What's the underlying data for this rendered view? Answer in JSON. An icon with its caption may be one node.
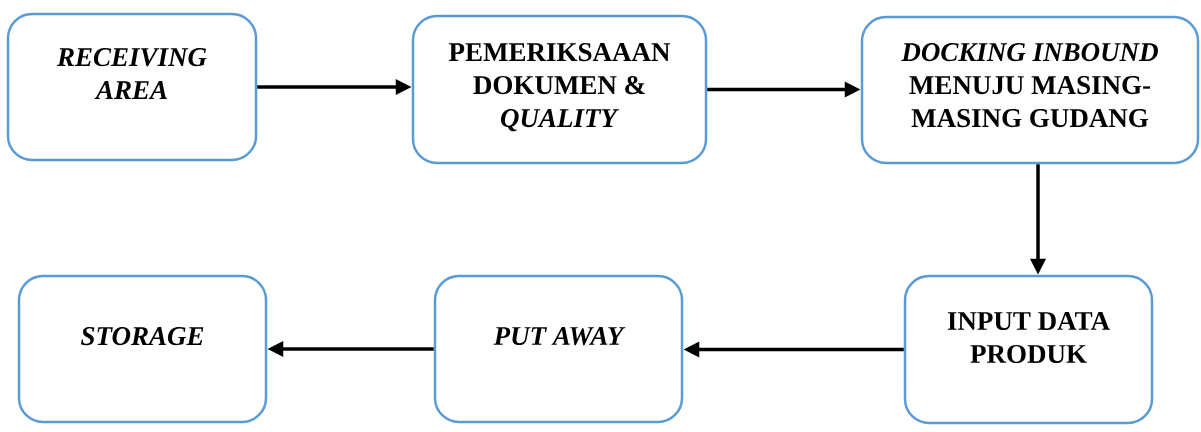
{
  "diagram": {
    "nodes": [
      {
        "text": [
          "RECEIVING AREA"
        ]
      },
      {
        "text": [
          "PEMERIKSAAAN DOKUMEN & *QUALITY*"
        ]
      },
      {
        "text": [
          "*DOCKING INBOUND* MENUJU MASING-MASING GUDANG"
        ]
      },
      {
        "text": [
          "STORAGE"
        ]
      },
      {
        "text": [
          "PUT AWAY"
        ]
      },
      {
        "text": [
          "INPUT DATA PRODUK"
        ]
      }
    ],
    "edges": [
      {
        "from": 0,
        "to": 1,
        "arrow": "to"
      },
      {
        "from": 1,
        "to": 2,
        "arrow": "to"
      },
      {
        "from": 2,
        "to": 5,
        "arrow": "to"
      },
      {
        "from": 5,
        "to": 4,
        "arrow": "to"
      },
      {
        "from": 4,
        "to": 3,
        "arrow": "to"
      }
    ]
  }
}
